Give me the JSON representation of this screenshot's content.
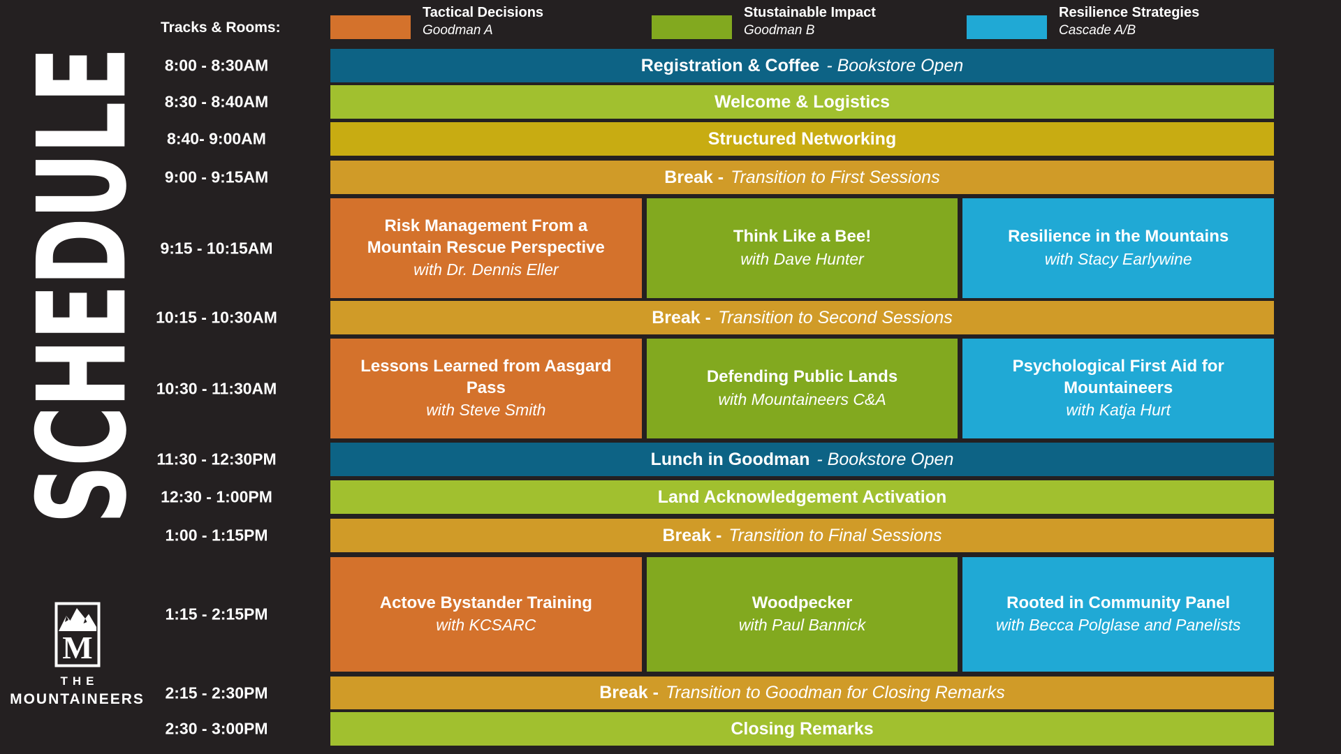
{
  "page": {
    "vertical_title": "SCHEDULE"
  },
  "palette": {
    "background": "#242021",
    "teal": "#0d6385",
    "lime": "#a1c02f",
    "mustard": "#c8ac12",
    "amber": "#d09b28",
    "orange": "#d4722c",
    "green": "#82a91f",
    "blue": "#20a9d5",
    "text": "#ffffff"
  },
  "legend": {
    "label": "Tracks & Rooms:",
    "tracks": [
      {
        "name": "Tactical Decisions",
        "room": "Goodman A",
        "color": "#d4722c"
      },
      {
        "name": "Stustainable Impact",
        "room": "Goodman B",
        "color": "#82a91f"
      },
      {
        "name": "Resilience Strategies",
        "room": "Cascade A/B",
        "color": "#20a9d5"
      }
    ]
  },
  "logo": {
    "monogram": "M",
    "line1": "THE",
    "line2": "MOUNTAINEERS"
  },
  "rows": [
    {
      "type": "banner",
      "time": "8:00 - 8:30AM",
      "color": "teal",
      "bold": "Registration & Coffee",
      "italic": "- Bookstore Open"
    },
    {
      "type": "banner",
      "time": "8:30 - 8:40AM",
      "color": "lime",
      "bold": "Welcome & Logistics",
      "italic": ""
    },
    {
      "type": "banner",
      "time": "8:40- 9:00AM",
      "color": "mustard",
      "bold": "Structured Networking",
      "italic": ""
    },
    {
      "type": "banner",
      "time": "9:00 - 9:15AM",
      "color": "amber",
      "bold": "Break -",
      "italic": "Transition to First Sessions"
    },
    {
      "type": "sessions",
      "time": "9:15 - 10:15AM",
      "sessions": [
        {
          "title": "Risk Management From a Mountain Rescue Perspective",
          "speaker": "with Dr. Dennis Eller",
          "track": "orange"
        },
        {
          "title": "Think Like a Bee!",
          "speaker": "with Dave Hunter",
          "track": "green"
        },
        {
          "title": "Resilience in the Mountains",
          "speaker": "with Stacy Earlywine",
          "track": "blue"
        }
      ]
    },
    {
      "type": "banner",
      "time": "10:15 - 10:30AM",
      "color": "amber",
      "bold": "Break -",
      "italic": "Transition to Second Sessions"
    },
    {
      "type": "sessions",
      "time": "10:30 - 11:30AM",
      "sessions": [
        {
          "title": "Lessons Learned from Aasgard Pass",
          "speaker": "with Steve Smith",
          "track": "orange"
        },
        {
          "title": "Defending Public Lands",
          "speaker": "with Mountaineers C&A",
          "track": "green"
        },
        {
          "title": "Psychological First Aid for Mountaineers",
          "speaker": "with Katja Hurt",
          "track": "blue"
        }
      ]
    },
    {
      "type": "banner",
      "time": "11:30 - 12:30PM",
      "color": "teal",
      "bold": "Lunch in Goodman",
      "italic": "- Bookstore Open"
    },
    {
      "type": "banner",
      "time": "12:30 - 1:00PM",
      "color": "lime",
      "bold": "Land Acknowledgement Activation",
      "italic": ""
    },
    {
      "type": "banner",
      "time": "1:00 - 1:15PM",
      "color": "amber",
      "bold": "Break -",
      "italic": "Transition to Final Sessions"
    },
    {
      "type": "sessions",
      "time": "1:15 - 2:15PM",
      "sessions": [
        {
          "title": "Actove Bystander Training",
          "speaker": "with KCSARC",
          "track": "orange"
        },
        {
          "title": "Woodpecker",
          "speaker": "with Paul Bannick",
          "track": "green"
        },
        {
          "title": "Rooted in Community Panel",
          "speaker": "with Becca Polglase and Panelists",
          "track": "blue"
        }
      ]
    },
    {
      "type": "banner",
      "time": "2:15 - 2:30PM",
      "color": "amber",
      "bold": "Break -",
      "italic": "Transition to Goodman for Closing Remarks"
    },
    {
      "type": "banner",
      "time": "2:30 - 3:00PM",
      "color": "lime",
      "bold": "Closing Remarks",
      "italic": ""
    }
  ]
}
